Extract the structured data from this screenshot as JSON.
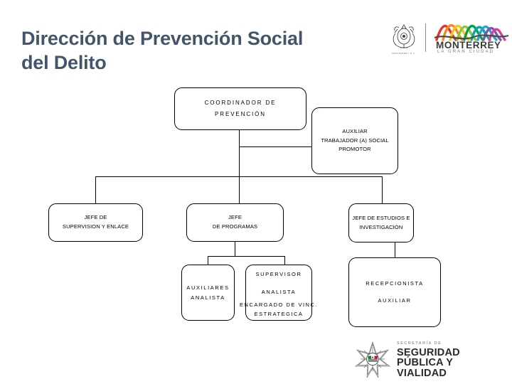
{
  "slide": {
    "title_line1": "Dirección de Prevención Social",
    "title_line2": "del Delito",
    "title_color": "#44546A"
  },
  "header": {
    "crest_icon": "government-crest-icon",
    "crest_caption": "MONTERREY NUEVO LEON",
    "city_logo": {
      "name": "monterrey-logo",
      "word": "MONTERREY",
      "tagline": "LA GRAN CIUDAD",
      "colors": [
        "#e4322b",
        "#f08a1d",
        "#f5c417",
        "#8cc63f",
        "#00a14b",
        "#00a9a5",
        "#2b9fd8",
        "#7e57a4",
        "#c9499b",
        "#5a5a5a"
      ]
    }
  },
  "footer": {
    "badge_icon": "police-star-badge-icon",
    "line_small": "SECRETARÍA DE",
    "line_big1": "SEGURIDAD",
    "line_big2": "PÚBLICA Y VIALIDAD"
  },
  "org_chart": {
    "type": "organizational-chart",
    "nodes": [
      {
        "id": "coordinador",
        "name": "node-coordinador-prevencion",
        "lines": [
          "COORDINADOR DE",
          "PREVENCIÓN"
        ],
        "style": "spaced"
      },
      {
        "id": "auxiliar-social",
        "name": "node-auxiliar-trabajador-social",
        "lines": [
          "AUXILIAR",
          "TRABAJADOR (A) SOCIAL",
          "PROMOTOR"
        ],
        "style": "plain"
      },
      {
        "id": "jefe-supervision",
        "name": "node-jefe-supervision-enlace",
        "lines": [
          "JEFE DE",
          "SUPERVISION Y ENLACE"
        ],
        "style": "plain"
      },
      {
        "id": "jefe-programas",
        "name": "node-jefe-programas",
        "lines": [
          "JEFE",
          "DE PROGRAMAS"
        ],
        "style": "plain"
      },
      {
        "id": "jefe-estudios",
        "name": "node-jefe-estudios-investigacion",
        "lines": [
          "JEFE DE ESTUDIOS E",
          "INVESTIGACIÓN"
        ],
        "style": "plain"
      },
      {
        "id": "auxiliares-analista",
        "name": "node-auxiliares-analista",
        "lines": [
          "AUXILIARES",
          "ANALISTA"
        ],
        "style": "spaced"
      },
      {
        "id": "supervisor-analista",
        "name": "node-supervisor-analista",
        "lines": [
          "SUPERVISOR",
          "ANALISTA"
        ],
        "style": "spaced"
      },
      {
        "id": "recepcionista",
        "name": "node-recepcionista-auxiliar",
        "lines": [
          "RECEPCIONISTA",
          "AUXILIAR"
        ],
        "style": "spaced"
      }
    ],
    "overflow_labels": [
      {
        "id": "encargado-vinc",
        "name": "label-encargado-vinculacion-estrategica",
        "lines": [
          "ENCARGADO DE VINC.",
          "ESTRATEGICA"
        ]
      }
    ],
    "edges": [
      {
        "from": "coordinador",
        "to": "auxiliar-social"
      },
      {
        "from": "coordinador",
        "to": "jefe-supervision"
      },
      {
        "from": "coordinador",
        "to": "jefe-programas"
      },
      {
        "from": "coordinador",
        "to": "jefe-estudios"
      },
      {
        "from": "jefe-programas",
        "to": "auxiliares-analista"
      },
      {
        "from": "jefe-programas",
        "to": "supervisor-analista"
      },
      {
        "from": "jefe-estudios",
        "to": "recepcionista"
      }
    ]
  }
}
